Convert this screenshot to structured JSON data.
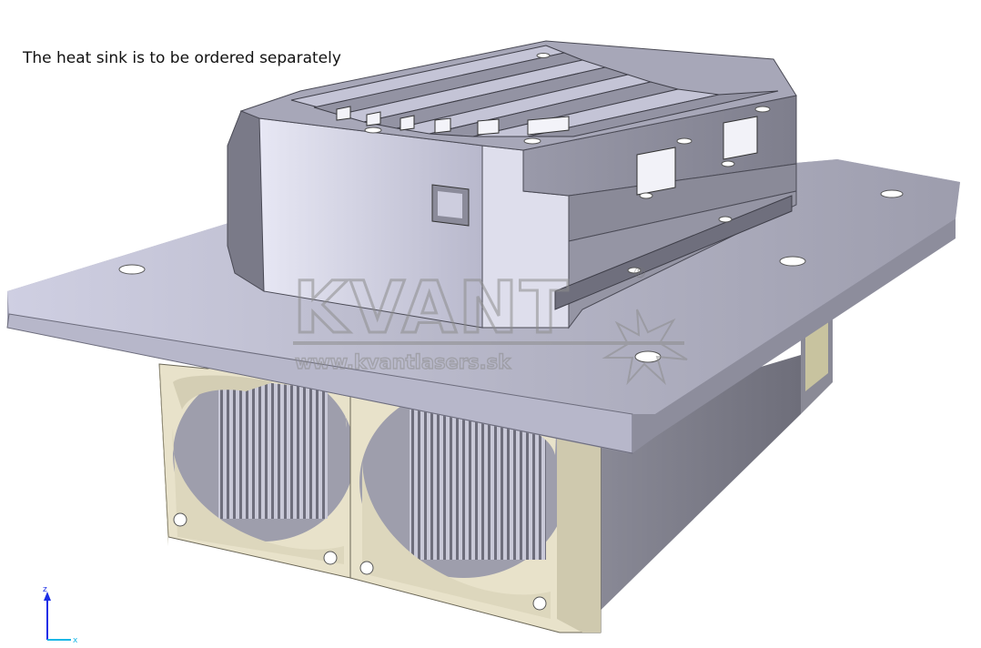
{
  "caption": "The heat sink is to be ordered separately",
  "watermark": {
    "brand": "KVANT",
    "registered_mark": "®",
    "url": "www.kvantlasers.sk"
  },
  "axis_triad": {
    "z_label": "z",
    "x_label": "x"
  },
  "colors": {
    "metal_light": "#c9c9de",
    "metal_mid": "#9b9bab",
    "metal_dark": "#6b6b78",
    "fan_beige": "#e6e0c8",
    "fan_shadow": "#b7b19a",
    "watermark": "#9a9a9a",
    "axis_z": "#1b2ee6",
    "axis_x": "#1bb7e6"
  }
}
